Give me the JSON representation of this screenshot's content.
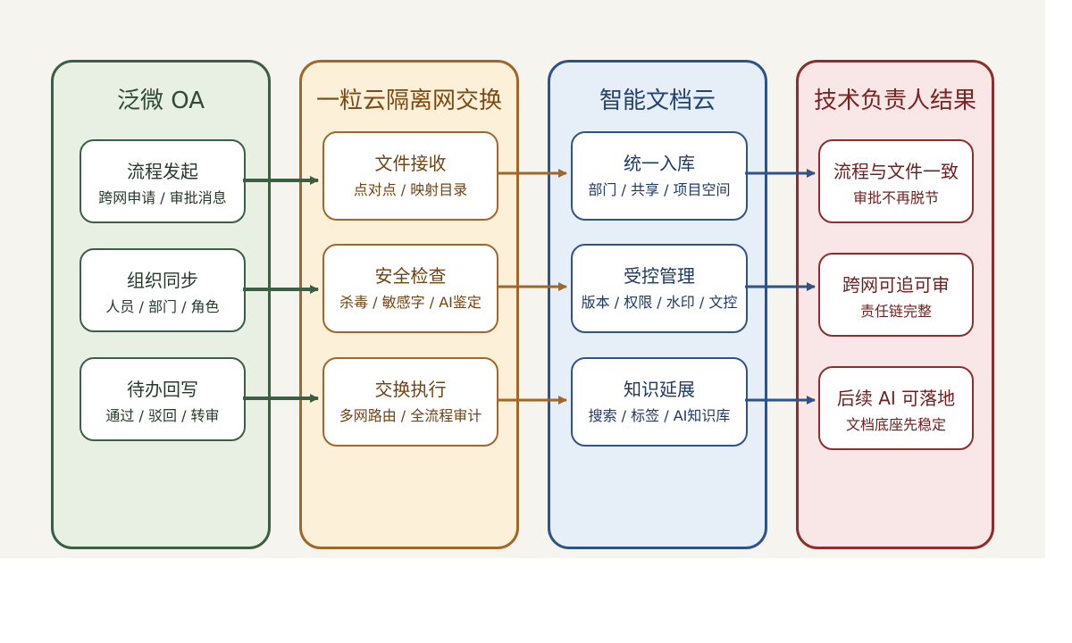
{
  "columns": [
    {
      "title": "泛微 OA",
      "cards": [
        {
          "title": "流程发起",
          "sub": "跨网申请 / 审批消息"
        },
        {
          "title": "组织同步",
          "sub": "人员 / 部门 / 角色"
        },
        {
          "title": "待办回写",
          "sub": "通过 / 驳回 / 转审"
        }
      ]
    },
    {
      "title": "一粒云隔离网交换",
      "cards": [
        {
          "title": "文件接收",
          "sub": "点对点 / 映射目录"
        },
        {
          "title": "安全检查",
          "sub": "杀毒 / 敏感字 / AI鉴定"
        },
        {
          "title": "交换执行",
          "sub": "多网路由 / 全流程审计"
        }
      ]
    },
    {
      "title": "智能文档云",
      "cards": [
        {
          "title": "统一入库",
          "sub": "部门 / 共享 / 项目空间"
        },
        {
          "title": "受控管理",
          "sub": "版本 / 权限 / 水印 / 文控"
        },
        {
          "title": "知识延展",
          "sub": "搜索 / 标签 / AI知识库"
        }
      ]
    },
    {
      "title": "技术负责人结果",
      "cards": [
        {
          "title": "流程与文件一致",
          "sub": "审批不再脱节"
        },
        {
          "title": "跨网可追可审",
          "sub": "责任链完整"
        },
        {
          "title": "后续 AI 可落地",
          "sub": "文档底座先稳定"
        }
      ]
    }
  ],
  "colors": {
    "oa": "#3c5e44",
    "exchange": "#a0672a",
    "doc": "#2f5386",
    "result": "#8c2e2e"
  }
}
